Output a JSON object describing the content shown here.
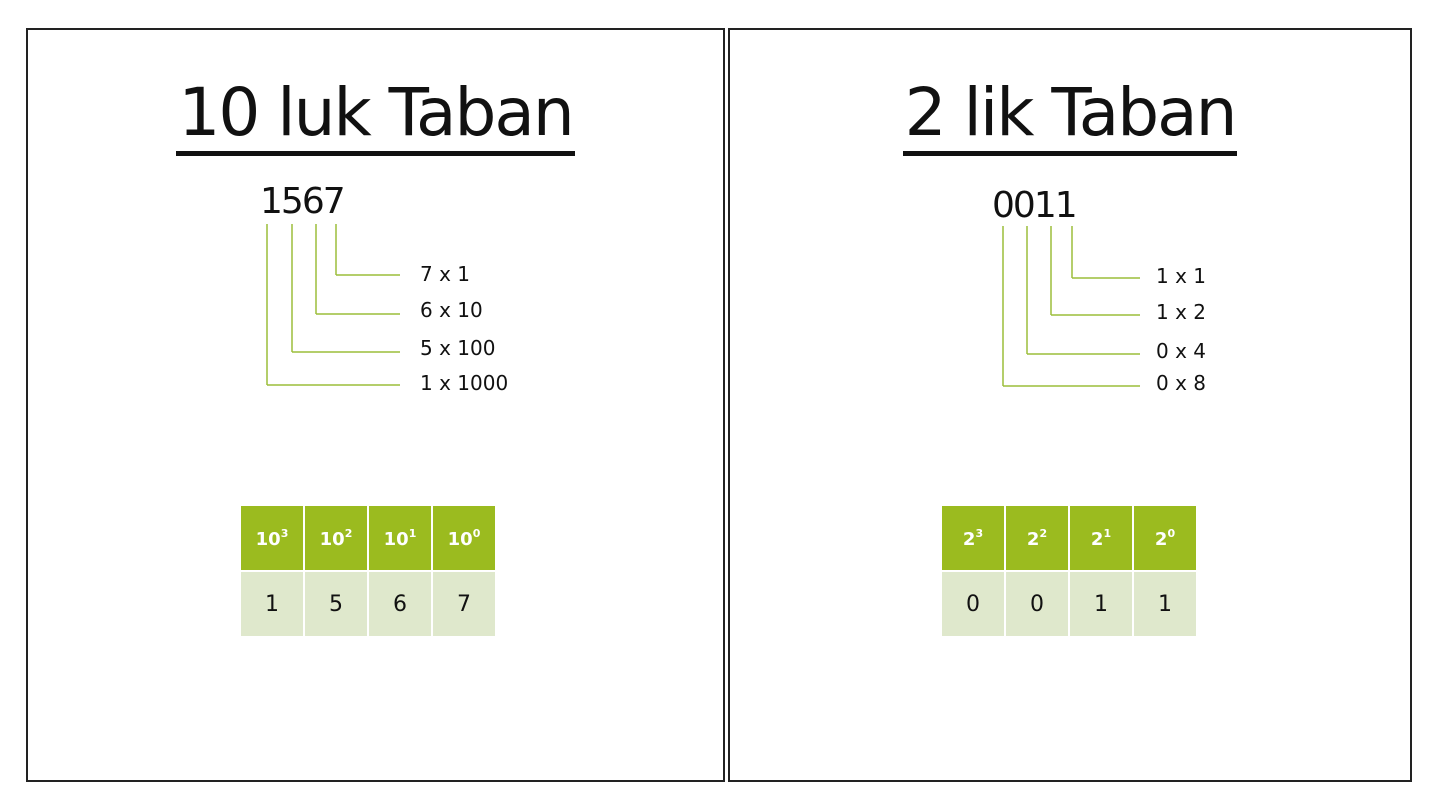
{
  "left": {
    "title": "10 luk Taban",
    "digits": [
      "1",
      "5",
      "6",
      "7"
    ],
    "expansion": [
      "7 x 1",
      "6 x 10",
      "5 x 100",
      "1 x 1000"
    ],
    "table": {
      "headers": [
        {
          "base": "10",
          "exp": "3"
        },
        {
          "base": "10",
          "exp": "2"
        },
        {
          "base": "10",
          "exp": "1"
        },
        {
          "base": "10",
          "exp": "0"
        }
      ],
      "values": [
        "1",
        "5",
        "6",
        "7"
      ]
    }
  },
  "right": {
    "title": "2 lik Taban",
    "digits": [
      "0",
      "0",
      "1",
      "1"
    ],
    "expansion": [
      "1 x 1",
      "1 x 2",
      "0 x 4",
      "0 x 8"
    ],
    "table": {
      "headers": [
        {
          "base": "2",
          "exp": "3"
        },
        {
          "base": "2",
          "exp": "2"
        },
        {
          "base": "2",
          "exp": "1"
        },
        {
          "base": "2",
          "exp": "0"
        }
      ],
      "values": [
        "0",
        "0",
        "1",
        "1"
      ]
    }
  },
  "colors": {
    "header_fill": "#9bbb1f",
    "value_fill": "#dfe8cc",
    "connector_line": "#9cbe3a"
  }
}
